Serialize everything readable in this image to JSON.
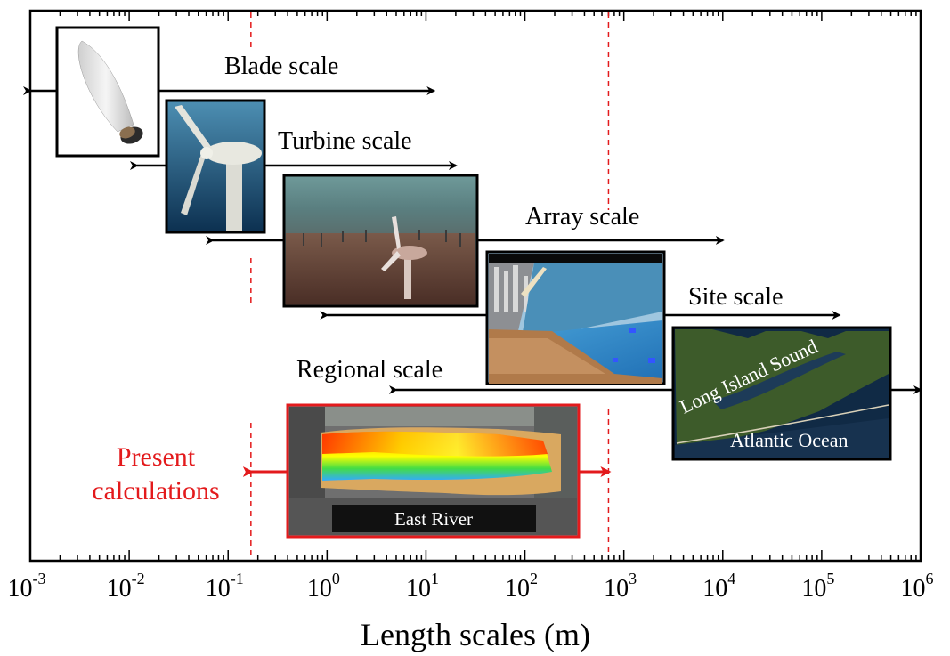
{
  "axis": {
    "xlabel": "Length scales (m)",
    "scale": "log",
    "xlim": [
      0.001,
      1000000
    ],
    "ticks": [
      {
        "value": 0.001,
        "base": "10",
        "exp": "-3"
      },
      {
        "value": 0.01,
        "base": "10",
        "exp": "-2"
      },
      {
        "value": 0.1,
        "base": "10",
        "exp": "-1"
      },
      {
        "value": 1,
        "base": "10",
        "exp": "0"
      },
      {
        "value": 10,
        "base": "10",
        "exp": "1"
      },
      {
        "value": 100,
        "base": "10",
        "exp": "2"
      },
      {
        "value": 1000,
        "base": "10",
        "exp": "3"
      },
      {
        "value": 10000,
        "base": "10",
        "exp": "4"
      },
      {
        "value": 100000,
        "base": "10",
        "exp": "5"
      },
      {
        "value": 1000000,
        "base": "10",
        "exp": "6"
      }
    ]
  },
  "reference_lines": [
    0.17,
    700
  ],
  "scales": [
    {
      "key": "blade",
      "label": "Blade scale",
      "range": [
        0.001,
        12
      ],
      "image": "blade-image"
    },
    {
      "key": "turbine",
      "label": "Turbine scale",
      "range": [
        0.012,
        20
      ],
      "image": "turbine-image"
    },
    {
      "key": "array",
      "label": "Array scale",
      "range": [
        0.07,
        10000
      ],
      "image": "array-image"
    },
    {
      "key": "site",
      "label": "Site scale",
      "range": [
        1,
        150000
      ],
      "image": "site-image"
    },
    {
      "key": "regional",
      "label": "Regional scale",
      "range": [
        5,
        1000000
      ],
      "image": "regional-image"
    }
  ],
  "present": {
    "label_line1": "Present",
    "label_line2": "calculations",
    "range": [
      0.17,
      700
    ],
    "image_caption": "East River",
    "color": "#e31a1c"
  },
  "map_labels": {
    "sound": "Long Island Sound",
    "ocean": "Atlantic Ocean"
  }
}
